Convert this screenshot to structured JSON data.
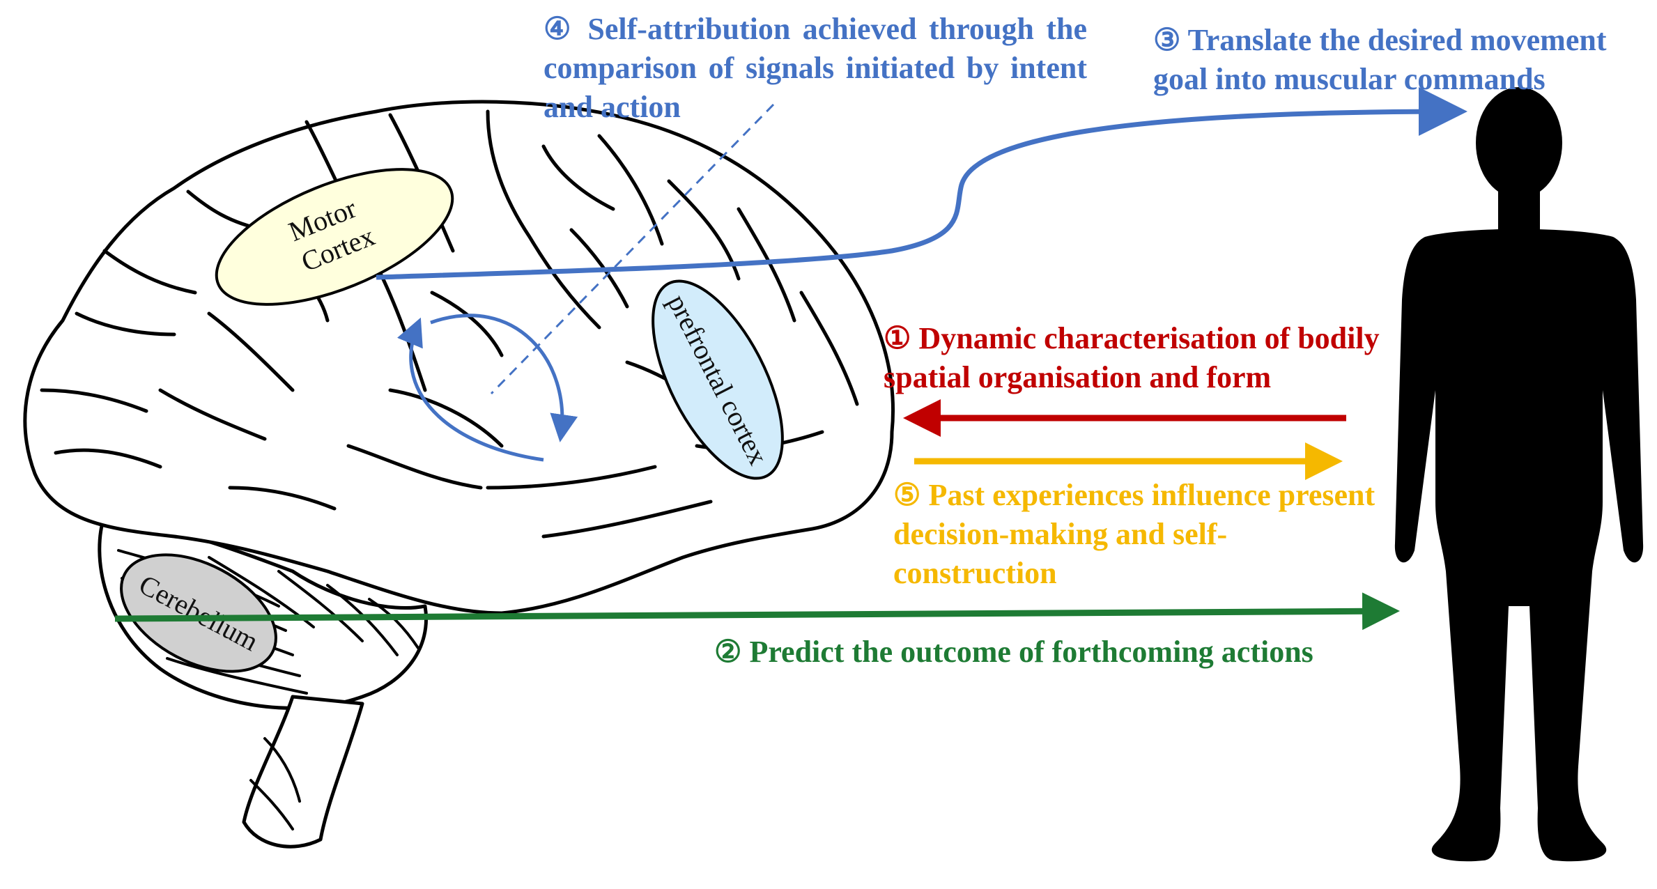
{
  "regions": {
    "motor_cortex": [
      "Motor",
      "Cortex"
    ],
    "prefrontal_cortex": "prefrontal cortex",
    "cerebellum": "Cerebellum"
  },
  "annotations": {
    "a1": "① Dynamic characterisation of bodily spatial organisation and form",
    "a2": "② Predict the outcome of forthcoming actions",
    "a3": "③ Translate the desired movement goal into muscular commands",
    "a4": "④ Self-attribution achieved through the comparison of signals initiated by intent and action",
    "a5": "⑤ Past experiences influence present decision-making and self-construction"
  },
  "colors": {
    "blue": "#4472C4",
    "red": "#C00000",
    "yellow": "#F5B800",
    "green": "#1E7B34",
    "motor_fill": "#FFFFDD",
    "prefrontal_fill": "#D2ECFB",
    "cerebellum_fill": "#D0D0D0",
    "silhouette": "#000000"
  }
}
